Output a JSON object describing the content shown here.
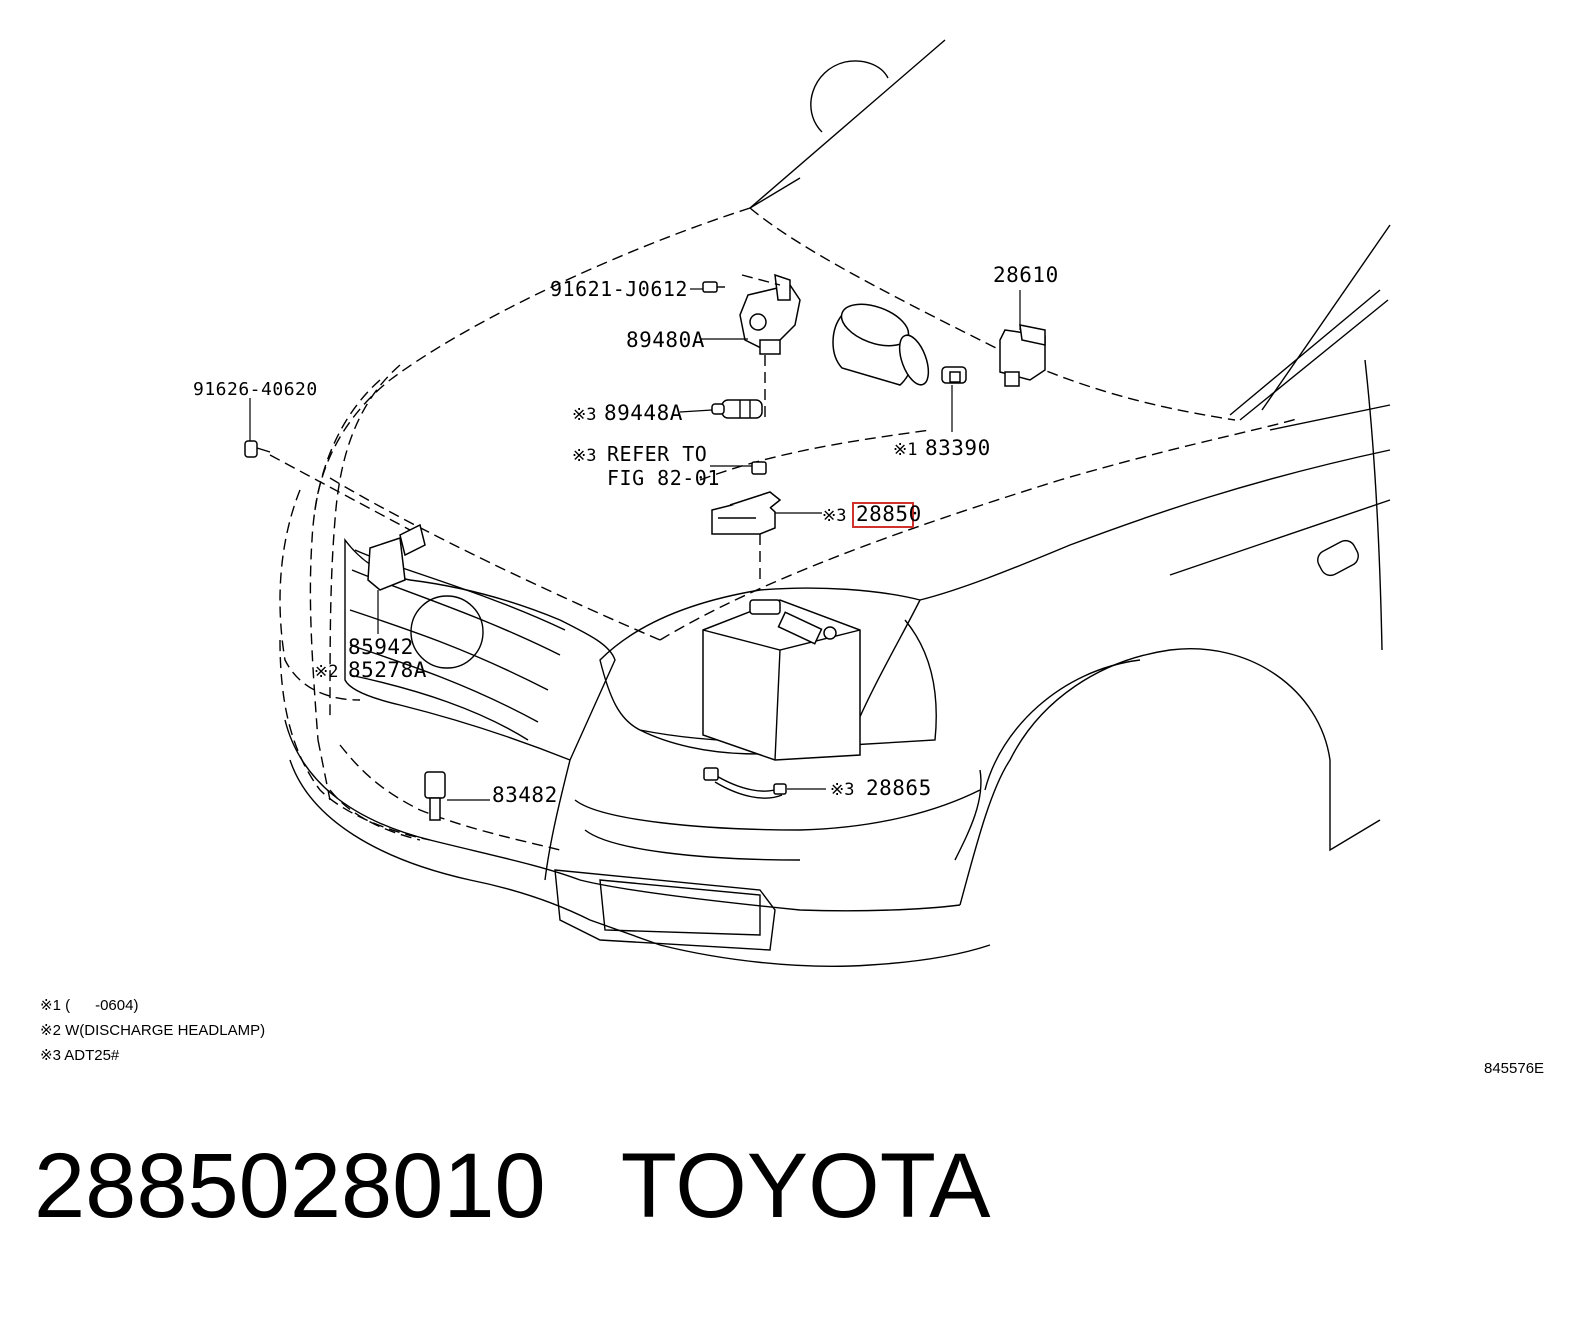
{
  "parts": {
    "p1": {
      "number": "91621-J0612"
    },
    "p2": {
      "number": "89480A"
    },
    "p3": {
      "mark": "※3",
      "number": "89448A"
    },
    "p4": {
      "mark": "※3",
      "line1": "REFER TO",
      "line2": "FIG 82-01"
    },
    "p5": {
      "mark": "※3",
      "number": "28850",
      "highlighted": true
    },
    "p6": {
      "number": "28610"
    },
    "p7": {
      "mark": "※1",
      "number": "83390"
    },
    "p8": {
      "number": "91626-40620"
    },
    "p9": {
      "number": "85942"
    },
    "p10": {
      "mark": "※2",
      "number": "85278A"
    },
    "p11": {
      "number": "83482"
    },
    "p12": {
      "mark": "※3",
      "number": "28865"
    }
  },
  "legend": {
    "n1": "※1 (      -0604)",
    "n2": "※2 W(DISCHARGE HEADLAMP)",
    "n3": "※3 ADT25#"
  },
  "illustration_code": "845576E",
  "caption": {
    "part_number": "2885028010",
    "brand": "TOYOTA"
  },
  "colors": {
    "line": "#000000",
    "highlight": "#d0312d",
    "background": "#ffffff"
  }
}
